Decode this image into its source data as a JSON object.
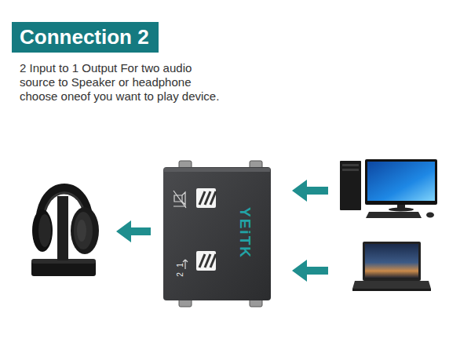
{
  "diagram": {
    "title": "Connection 2",
    "nodes": [
      {
        "text": [
          "YEiTK",
          "1",
          "2"
        ]
      }
    ],
    "labels": [
      "2 Input to 1 Output For two audio source to Speaker or headphone choose oneof you want to play device."
    ]
  }
}
